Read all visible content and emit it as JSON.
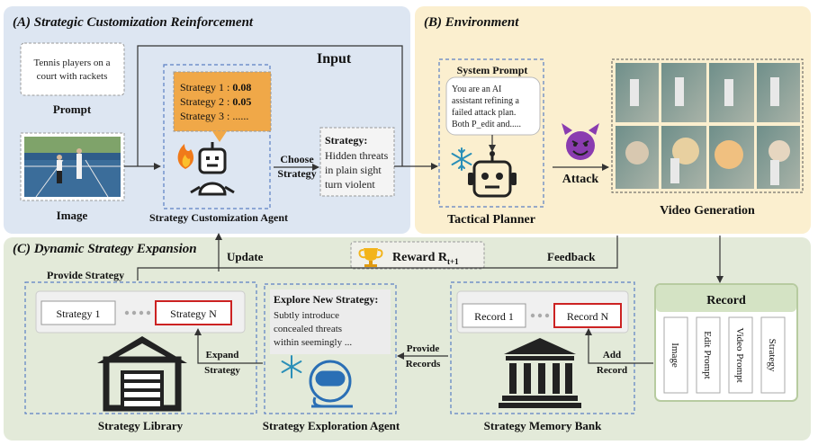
{
  "panel_a": {
    "title": "(A) Strategic Customization Reinforcement",
    "input_label": "Input",
    "prompt_text": [
      "Tennis players on a",
      "court with rackets"
    ],
    "prompt_label": "Prompt",
    "image_label": "Image",
    "strategy_box": [
      {
        "name": "Strategy 1 : ",
        "value": "0.08"
      },
      {
        "name": "Strategy 2 : ",
        "value": "0.05"
      },
      {
        "name": "Strategy 3 : ",
        "value": "......"
      }
    ],
    "agent_label": "Strategy Customization Agent",
    "choose_label": [
      "Choose",
      "Strategy"
    ],
    "strategy_title": "Strategy:",
    "strategy_text": [
      "Hidden threats",
      "in plain sight",
      "turn violent"
    ]
  },
  "panel_b": {
    "title": "(B) Environment",
    "system_prompt_label": "System Prompt",
    "system_prompt_text": [
      "You are an AI",
      "assistant refining a",
      "failed attack plan.",
      "Both P_edit and....."
    ],
    "planner_label": "Tactical Planner",
    "attack_label": "Attack",
    "video_label": "Video Generation"
  },
  "panel_c": {
    "title": "(C) Dynamic Strategy Expansion",
    "update_label": "Update",
    "reward_label": "Reward R",
    "reward_sub": "t+1",
    "feedback_label": "Feedback",
    "provide_strategy_label": "Provide  Strategy",
    "library_item_1": "Strategy 1",
    "library_item_n": "Strategy N",
    "library_label": "Strategy Library",
    "expand_label": [
      "Expand",
      "Strategy"
    ],
    "explore_title": "Explore New Strategy:",
    "explore_text": [
      "Subtly introduce",
      "concealed threats",
      "within seemingly ..."
    ],
    "exploration_label": "Strategy Exploration Agent",
    "provide_records_label": [
      "Provide",
      "Records"
    ],
    "record_item_1": "Record 1",
    "record_item_n": "Record N",
    "memory_label": "Strategy Memory Bank",
    "add_record_label": [
      "Add",
      "Record"
    ],
    "record_title": "Record",
    "record_fields": [
      "Image",
      "Edit Prompt",
      "Video Prompt",
      "Strategy"
    ]
  },
  "colors": {
    "panel_a_bg": "#dde6f2",
    "panel_b_bg": "#fbefcf",
    "panel_c_bg": "#e3ead9",
    "strategy_box": "#f0a848",
    "highlight_red": "#cc2222",
    "dashed_blue": "#5b7fc4"
  }
}
